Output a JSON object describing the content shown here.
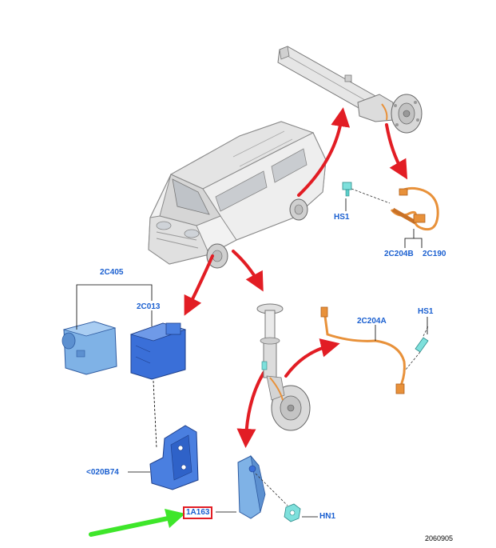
{
  "labels": {
    "hs1_rear": "HS1",
    "c2c204b": "2C204B",
    "c2c190": "2C190",
    "c2c405": "2C405",
    "c2c013": "2C013",
    "c2c204a": "2C204A",
    "hs1_front": "HS1",
    "c020b74": "<020B74",
    "highlighted_part": "1A163",
    "hn1": "HN1"
  },
  "reference_number": "2060905",
  "colors": {
    "callout_text": "#1a5fd0",
    "arrow_red": "#e21d24",
    "arrow_green": "#3ee62a",
    "sensor_orange": "#e8913a",
    "module_blue": "#3a6fd8",
    "part_gray": "#c8c8c8"
  }
}
